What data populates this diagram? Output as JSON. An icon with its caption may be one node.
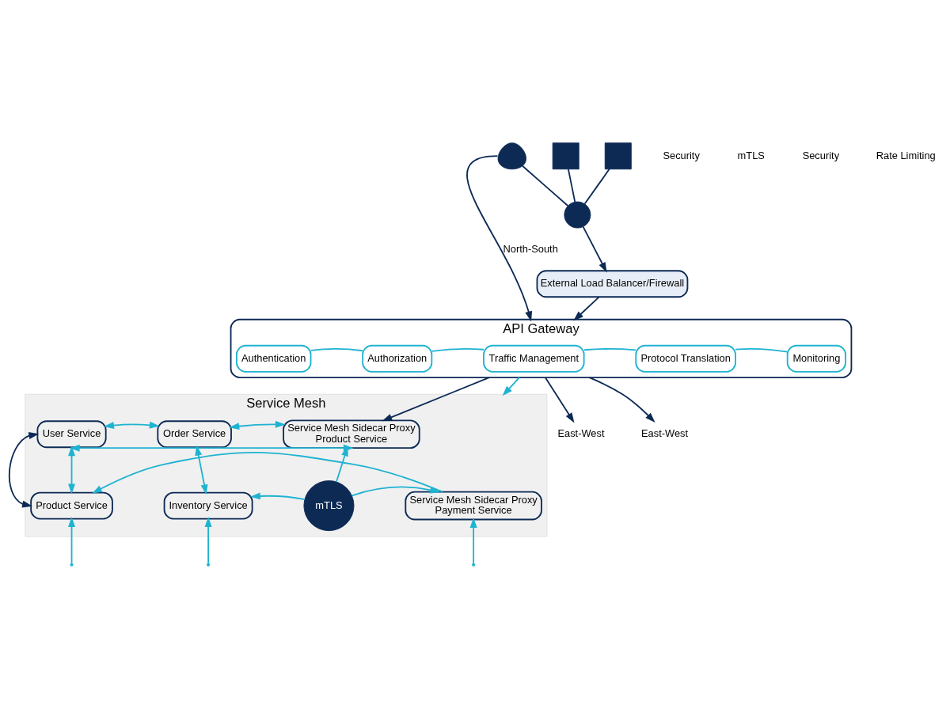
{
  "diagram": {
    "nodes": [
      {
        "text": [],
        "shape": "person"
      },
      {
        "text": [],
        "shape": "box"
      },
      {
        "text": [],
        "shape": "box"
      },
      {
        "text": [],
        "shape": "circle"
      },
      {
        "text": [
          "External Load Balancer/Firewall"
        ]
      },
      {
        "text": [
          "API Gateway"
        ]
      },
      {
        "text": [
          "Authentication"
        ],
        "in": 5
      },
      {
        "text": [
          "Authorization"
        ],
        "in": 5
      },
      {
        "text": [
          "Traffic Management"
        ],
        "in": 5
      },
      {
        "text": [
          "Protocol Translation"
        ],
        "in": 5
      },
      {
        "text": [
          "Monitoring"
        ],
        "in": 5
      },
      {
        "text": [
          "Service Mesh"
        ]
      },
      {
        "text": [
          "User Service"
        ],
        "in": 11
      },
      {
        "text": [
          "Order Service"
        ],
        "in": 11
      },
      {
        "text": [
          "Service Mesh Sidecar Proxy",
          "Product Service"
        ],
        "in": 11
      },
      {
        "text": [
          "Product Service"
        ],
        "in": 11
      },
      {
        "text": [
          "Inventory Service"
        ],
        "in": 11
      },
      {
        "text": [
          "mTLS"
        ],
        "in": 11
      },
      {
        "text": [
          "Service Mesh Sidecar Proxy",
          "Payment Service"
        ],
        "in": 11
      },
      {
        "text": [
          "East-West"
        ]
      },
      {
        "text": [
          "East-West"
        ]
      }
    ],
    "edges": [
      {
        "from": 0,
        "to": 3,
        "arrow": "none",
        "color": "#0d2a55"
      },
      {
        "from": 1,
        "to": 3,
        "arrow": "none",
        "color": "#0d2a55"
      },
      {
        "from": 2,
        "to": 3,
        "arrow": "none",
        "color": "#0d2a55"
      },
      {
        "from": 3,
        "to": 4,
        "arrow": "to",
        "color": "#0d2a55"
      },
      {
        "from": 4,
        "to": 5,
        "arrow": "to",
        "color": "#0d2a55"
      },
      {
        "from": 0,
        "to": 5,
        "arrow": "to",
        "label": "North-South",
        "color": "#0d2a55"
      },
      {
        "from": 5,
        "to": 19,
        "arrow": "to",
        "color": "#0d2a55"
      },
      {
        "from": 5,
        "to": 20,
        "arrow": "to",
        "color": "#0d2a55"
      },
      {
        "from": 5,
        "to": 14,
        "arrow": "to",
        "color": "#0d2a55"
      },
      {
        "from": 12,
        "to": 15,
        "arrow": "both",
        "color": "#0d2a55"
      },
      {
        "from": 6,
        "to": 7,
        "arrow": "none"
      },
      {
        "from": 7,
        "to": 8,
        "arrow": "none"
      },
      {
        "from": 8,
        "to": 9,
        "arrow": "none"
      },
      {
        "from": 9,
        "to": 10,
        "arrow": "none"
      },
      {
        "from": 5,
        "to": 11,
        "arrow": "to"
      },
      {
        "from": 12,
        "to": 13,
        "arrow": "both"
      },
      {
        "from": 13,
        "to": 14,
        "arrow": "both"
      },
      {
        "from": 12,
        "to": 15,
        "arrow": "both"
      },
      {
        "from": 13,
        "to": 16,
        "arrow": "both"
      },
      {
        "from": 17,
        "to": 16,
        "arrow": "to"
      },
      {
        "from": 17,
        "to": 18,
        "arrow": "to"
      },
      {
        "from": 17,
        "to": 14,
        "arrow": "to"
      },
      {
        "from": 12,
        "to": 14,
        "arrow": "both"
      },
      {
        "from": 18,
        "to": 15,
        "arrow": "to"
      },
      {
        "from": null,
        "to": 15,
        "arrow": "to"
      },
      {
        "from": null,
        "to": 16,
        "arrow": "to"
      },
      {
        "from": null,
        "to": 18,
        "arrow": "to"
      }
    ],
    "labels": [
      "Security",
      "mTLS",
      "Security",
      "Rate Limiting"
    ]
  }
}
